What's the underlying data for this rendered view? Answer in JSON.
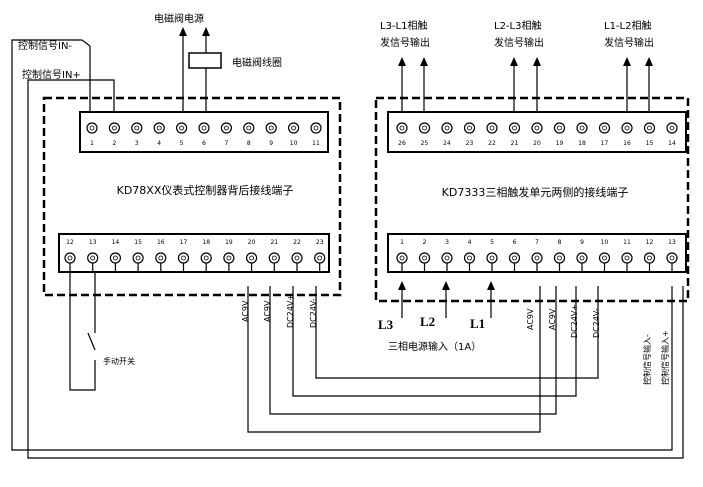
{
  "labels": {
    "valve_power": "电磁阀电源",
    "valve_coil": "电磁阀线圈",
    "ctrl_in_minus": "控制信号IN-",
    "ctrl_in_plus": "控制信号IN+",
    "left_title": "KD78XX仪表式控制器背后接线端子",
    "right_title": "KD7333三相触发单元两侧的接线端子",
    "out_l3l1": [
      "L3-L1相触",
      "发信号输出"
    ],
    "out_l2l3": [
      "L2-L3相触",
      "发信号输出"
    ],
    "out_l1l2": [
      "L1-L2相触",
      "发信号输出"
    ],
    "manual_switch": "手动开关",
    "three_phase_in": "三相电源输入（1A）",
    "L3": "L3",
    "L2": "L2",
    "L1": "L1",
    "left_bottom_v": [
      "AC9V",
      "AC9V",
      "DC24V+",
      "DC24V-"
    ],
    "right_bottom_v": [
      "AC9V",
      "AC9V",
      "DC24V+",
      "DC24V-"
    ],
    "ctrl_v_minus": "控制信号输入-",
    "ctrl_v_plus": "控制信号输入+"
  },
  "left_terminals": {
    "top": [
      "1",
      "2",
      "3",
      "4",
      "5",
      "6",
      "7",
      "8",
      "9",
      "10",
      "11"
    ],
    "bottom": [
      "12",
      "13",
      "14",
      "15",
      "16",
      "17",
      "18",
      "19",
      "20",
      "21",
      "22",
      "23"
    ]
  },
  "right_terminals": {
    "top": [
      "26",
      "25",
      "24",
      "23",
      "22",
      "21",
      "20",
      "19",
      "18",
      "17",
      "16",
      "15",
      "14"
    ],
    "bottom": [
      "1",
      "2",
      "3",
      "4",
      "5",
      "6",
      "7",
      "8",
      "9",
      "10",
      "11",
      "12",
      "13"
    ]
  }
}
